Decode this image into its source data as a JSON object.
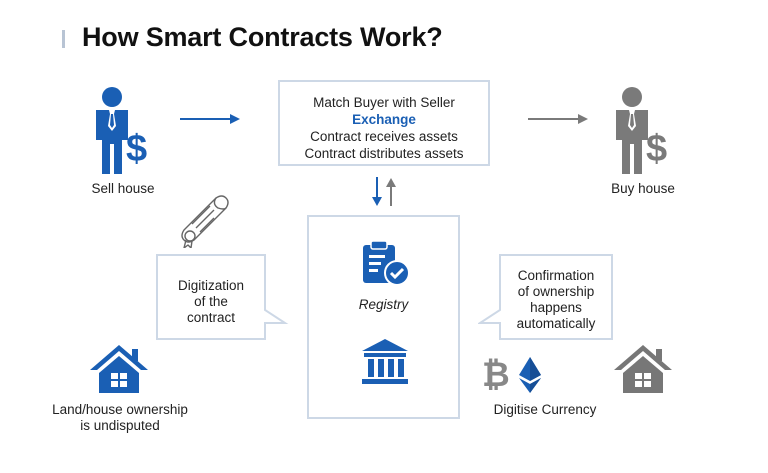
{
  "title": "How Smart Contracts Work?",
  "center_box": {
    "line1": "Match Buyer with Seller",
    "line2": "Exchange",
    "line3": "Contract receives assets",
    "line4": "Contract distributes assets"
  },
  "seller_label": "Sell house",
  "buyer_label": "Buy house",
  "left_callout": [
    "Digitization",
    "of the",
    "contract"
  ],
  "right_callout": [
    "Confirmation",
    "of ownership",
    "happens",
    "automatically"
  ],
  "registry_label": "Registry",
  "bottom_left_label": [
    "Land/house ownership",
    "is undisputed"
  ],
  "bottom_right_label": "Digitise Currency",
  "colors": {
    "blue": "#1a5fb4",
    "gray": "#7a7a7a",
    "border": "#cdd8e6"
  },
  "icons": [
    "seller-person-icon",
    "dollar-icon",
    "buyer-person-icon",
    "document-scroll-icon",
    "clipboard-check-icon",
    "bank-icon",
    "house-icon",
    "bitcoin-icon",
    "ethereum-icon"
  ]
}
